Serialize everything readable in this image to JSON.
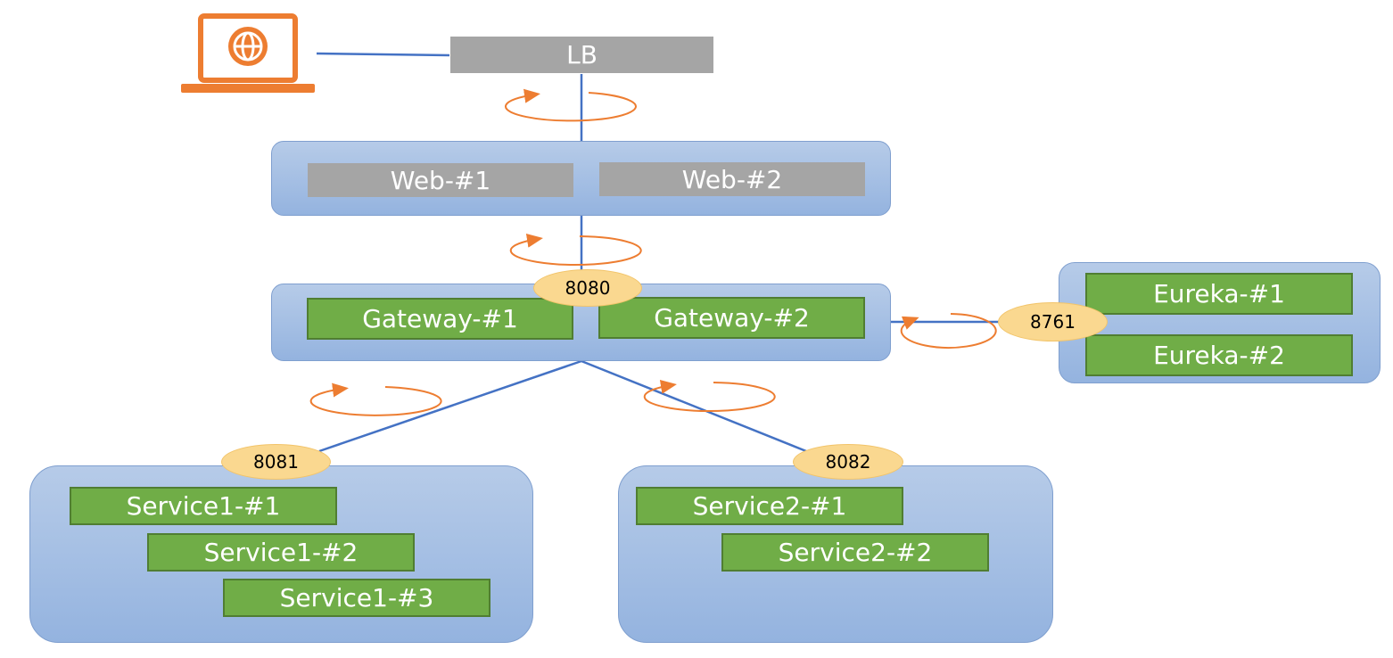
{
  "nodes": {
    "lb": "LB",
    "web1": "Web-#1",
    "web2": "Web-#2",
    "gateway1": "Gateway-#1",
    "gateway2": "Gateway-#2",
    "eureka1": "Eureka-#1",
    "eureka2": "Eureka-#2",
    "service1_1": "Service1-#1",
    "service1_2": "Service1-#2",
    "service1_3": "Service1-#3",
    "service2_1": "Service2-#1",
    "service2_2": "Service2-#2"
  },
  "ports": {
    "gateway": "8080",
    "eureka": "8761",
    "service1": "8081",
    "service2": "8082"
  },
  "colors": {
    "line": "#4472c4",
    "round_robin_arrow": "#ed7d31",
    "node_green": "#70ad47",
    "node_gray": "#a5a5a5",
    "group_blue": "#a2bde3",
    "port_yellow": "#fad890",
    "client_icon": "#ed7d31"
  },
  "icons": {
    "client": "laptop-globe-icon"
  }
}
